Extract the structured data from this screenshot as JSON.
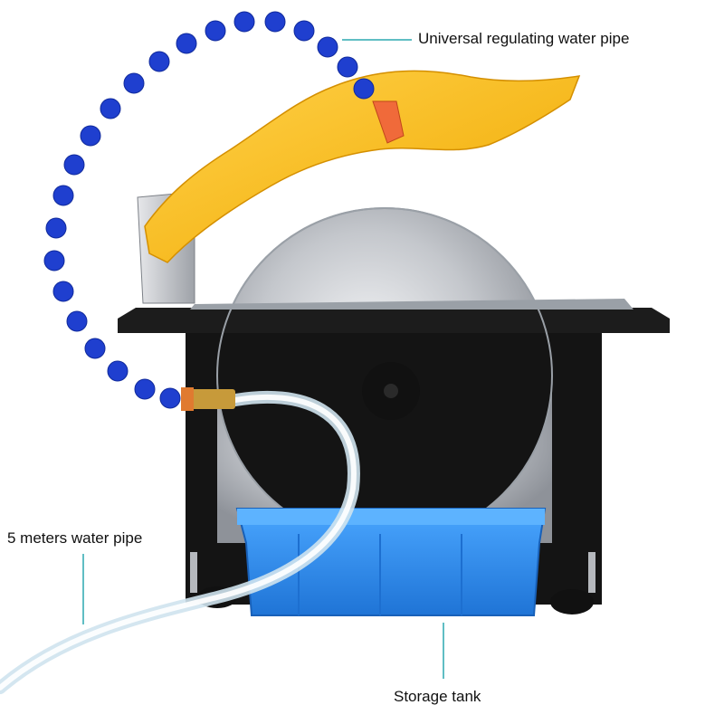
{
  "labels": {
    "universal_pipe": "Universal regulating water pipe",
    "five_meter_pipe": "5 meters water pipe",
    "storage_tank": "Storage tank"
  },
  "colors": {
    "hose_blue": "#1f3fcf",
    "guard_yellow": "#f5b800",
    "table_black": "#1c1c1c",
    "tank_blue": "#2f8ff0",
    "callout_line": "#2ba9b0",
    "blade_silver": "#c9ccd1"
  }
}
